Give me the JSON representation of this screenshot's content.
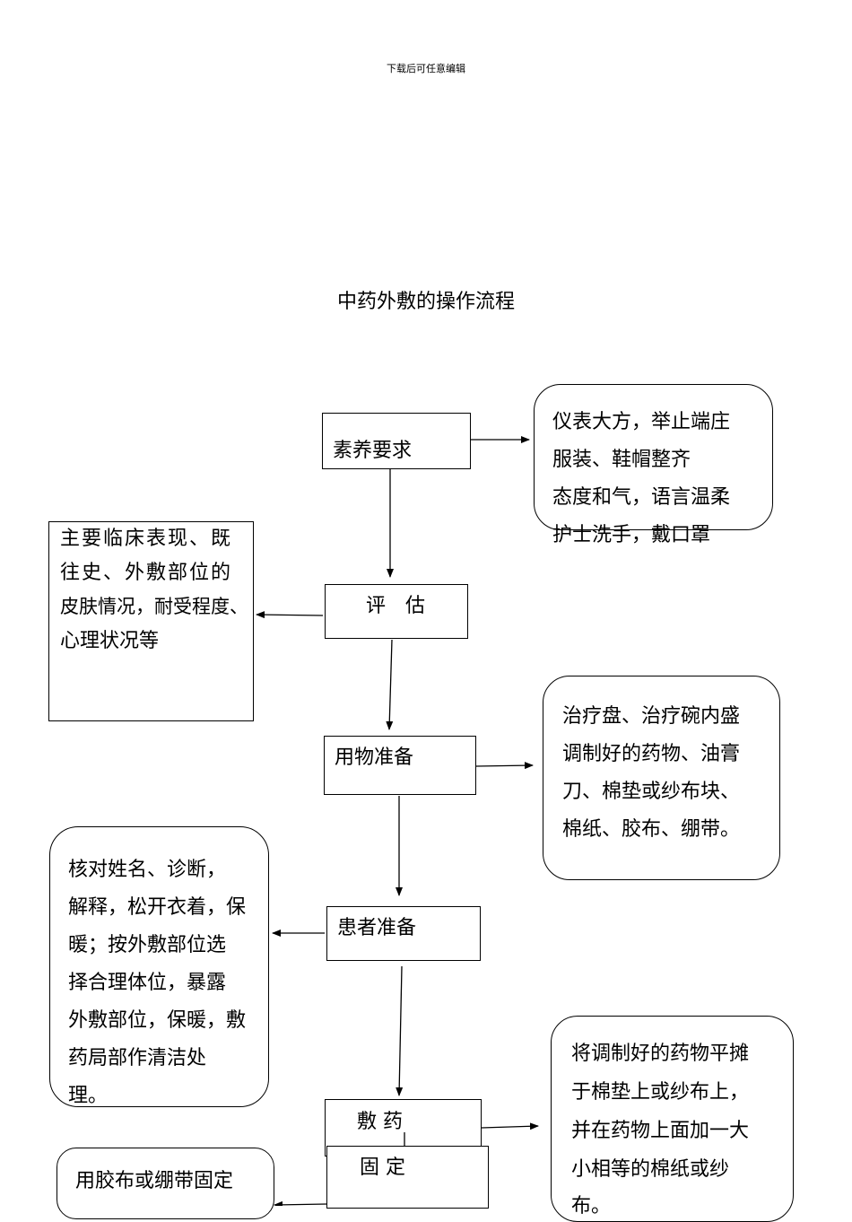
{
  "header": "下载后可任意编辑",
  "title": "中药外敷的操作流程",
  "steps": {
    "suyang": "素养要求",
    "pinggu": "评　估",
    "yongwu": "用物准备",
    "huanzhe": "患者准备",
    "fuyao": "敷 药",
    "guding": "固 定"
  },
  "notes": {
    "suyang": [
      "仪表大方，举止端庄",
      "服装、鞋帽整齐",
      "态度和气，语言温柔",
      "护士洗手，戴口罩"
    ],
    "pinggu": [
      "主要临床表现、既",
      "往史、外敷部位的",
      "皮肤情况，耐受程度、",
      "心理状况等"
    ],
    "yongwu": [
      "治疗盘、治疗碗内盛",
      "调制好的药物、油膏",
      "刀、棉垫或纱布块、",
      "棉纸、胶布、绷带。"
    ],
    "huanzhe": [
      "核对姓名、诊断，",
      "解释，松开衣着，保",
      "暖；按外敷部位选",
      "择合理体位，暴露",
      "外敷部位，保暖，敷",
      "药局部作清洁处",
      "理。"
    ],
    "fuyao": [
      "将调制好的药物平摊",
      "于棉垫上或纱布上，",
      "并在药物上面加一大",
      "小相等的棉纸或纱",
      "布。"
    ],
    "guding": [
      "用胶布或绷带固定"
    ]
  }
}
